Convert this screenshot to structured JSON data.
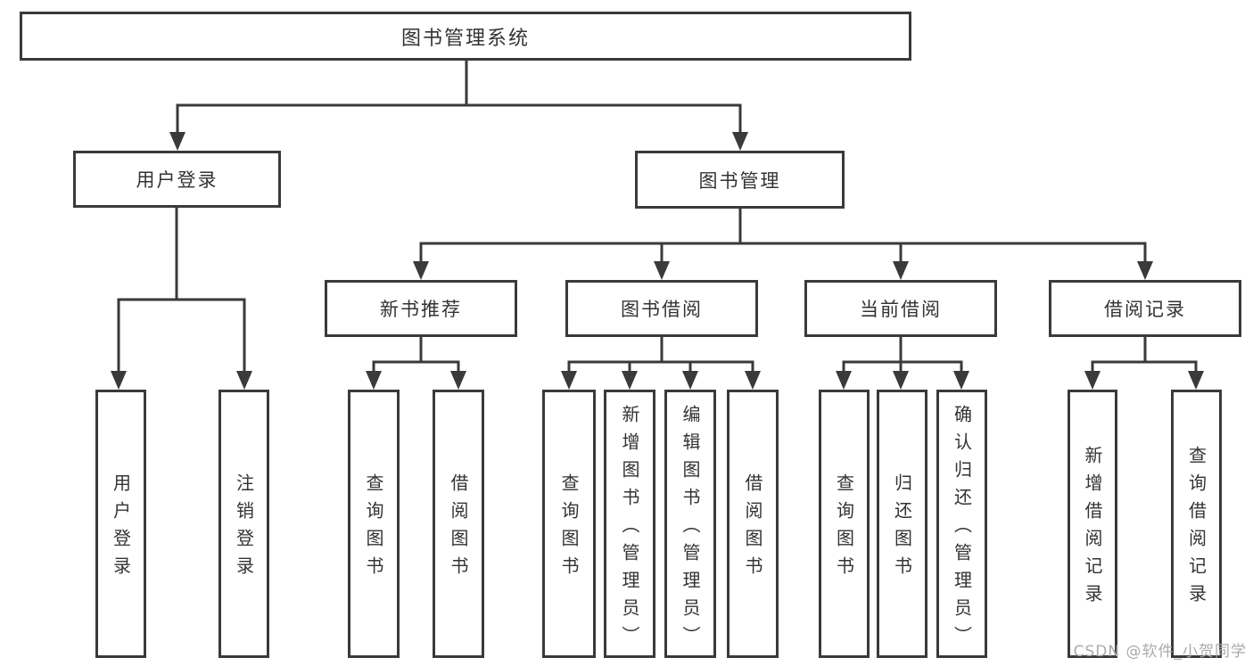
{
  "tree": {
    "root": "图书管理系统",
    "level2": [
      {
        "label": "用户登录",
        "leaves": [
          "用户登录",
          "注销登录"
        ]
      },
      {
        "label": "图书管理",
        "sections": [
          {
            "label": "新书推荐",
            "leaves": [
              "查询图书",
              "借阅图书"
            ]
          },
          {
            "label": "图书借阅",
            "leaves": [
              "查询图书",
              "新增图书（管理员）",
              "编辑图书（管理员）",
              "借阅图书"
            ]
          },
          {
            "label": "当前借阅",
            "leaves": [
              "查询图书",
              "归还图书",
              "确认归还（管理员）"
            ]
          },
          {
            "label": "借阅记录",
            "leaves": [
              "新增借阅记录",
              "查询借阅记录"
            ]
          }
        ]
      }
    ]
  },
  "watermark": {
    "text": "CSDN @软件_小贺同学"
  },
  "colors": {
    "line": "#3a3a3a",
    "text": "#333333",
    "watermark": "#ababab",
    "background": "#ffffff"
  }
}
